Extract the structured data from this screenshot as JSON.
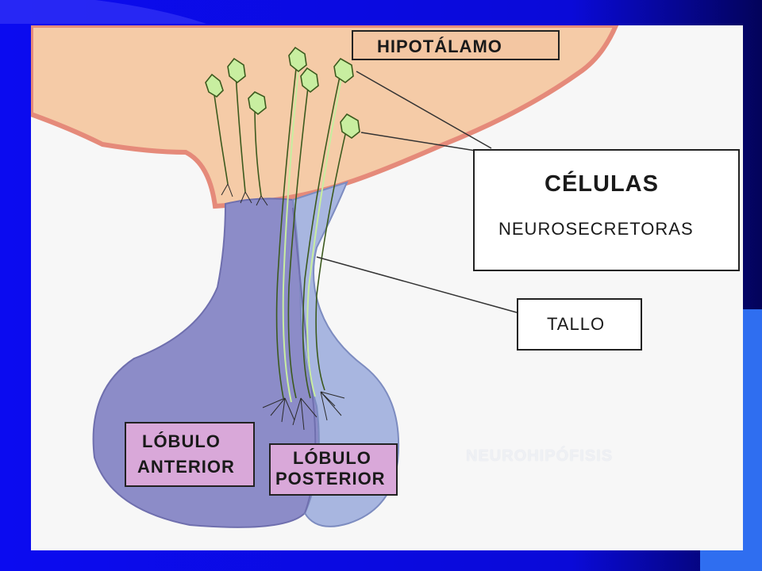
{
  "labels": {
    "hipotalamo": "HIPOTÁLAMO",
    "celulas_title": "CÉLULAS",
    "celulas_sub": "NEUROSECRETORAS",
    "tallo": "TALLO",
    "lobulo_anterior_line1": "LÓBULO",
    "lobulo_anterior_line2": "ANTERIOR",
    "lobulo_posterior_line1": "LÓBULO",
    "lobulo_posterior_line2": "POSTERIOR",
    "faint_overlay": "NEUROHIPÓFISIS"
  },
  "colors": {
    "slide_blue": "#0a0ae0",
    "hypothalamus_fill": "#f5cba7",
    "hypothalamus_edge": "#e58a7a",
    "gland_anterior": "#8c8cc8",
    "gland_posterior": "#a8b6e0",
    "stalk": "#9fb2e0",
    "neuron_fill": "#c8eea0",
    "label_box": "#d9a8d9"
  }
}
